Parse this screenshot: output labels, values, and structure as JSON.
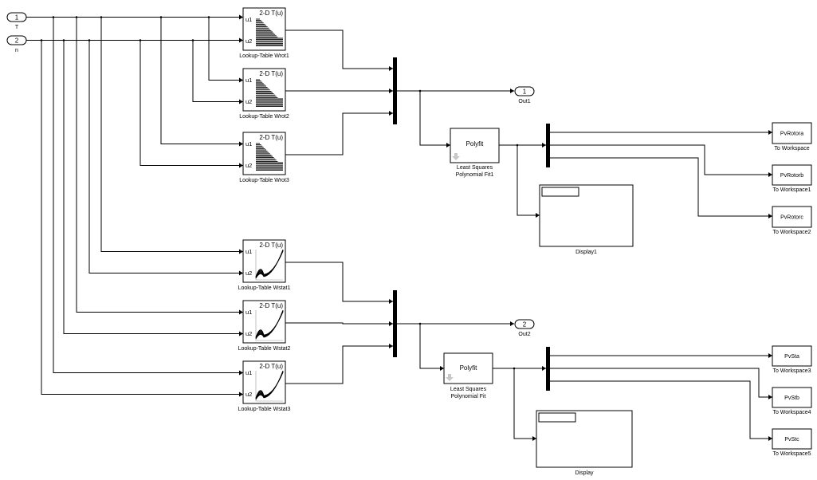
{
  "inports": [
    {
      "number": "1",
      "label": "T"
    },
    {
      "number": "2",
      "label": "n"
    }
  ],
  "outports": [
    {
      "number": "1",
      "label": "Out1"
    },
    {
      "number": "2",
      "label": "Out2"
    }
  ],
  "lookup_tables": [
    {
      "title": "2-D T(u)",
      "in1": "u1",
      "in2": "u2",
      "label": "Lookup-Table Wrot1",
      "kind": "rot"
    },
    {
      "title": "2-D T(u)",
      "in1": "u1",
      "in2": "u2",
      "label": "Lookup-Table Wrot2",
      "kind": "rot"
    },
    {
      "title": "2-D T(u)",
      "in1": "u1",
      "in2": "u2",
      "label": "Lookup-Table Wrot3",
      "kind": "rot"
    },
    {
      "title": "2-D T(u)",
      "in1": "u1",
      "in2": "u2",
      "label": "Lookup-Table Wstat1",
      "kind": "stat"
    },
    {
      "title": "2-D T(u)",
      "in1": "u1",
      "in2": "u2",
      "label": "Lookup-Table Wstat2",
      "kind": "stat"
    },
    {
      "title": "2-D T(u)",
      "in1": "u1",
      "in2": "u2",
      "label": "Lookup-Table Wstat3",
      "kind": "stat"
    }
  ],
  "polyfits": [
    {
      "text": "Polyfit",
      "label_line1": "Least Squares",
      "label_line2": "Polynomial Fit1"
    },
    {
      "text": "Polyfit",
      "label_line1": "Least Squares",
      "label_line2": "Polynomial Fit"
    }
  ],
  "displays": [
    {
      "label": "Display1"
    },
    {
      "label": "Display"
    }
  ],
  "workspaces": [
    {
      "var": "PvRotora",
      "label": "To Workspace"
    },
    {
      "var": "PvRotorb",
      "label": "To Workspace1"
    },
    {
      "var": "PvRotorc",
      "label": "To Workspace2"
    },
    {
      "var": "PvSta",
      "label": "To Workspace3"
    },
    {
      "var": "PvStb",
      "label": "To Workspace4"
    },
    {
      "var": "PvStc",
      "label": "To Workspace5"
    }
  ]
}
